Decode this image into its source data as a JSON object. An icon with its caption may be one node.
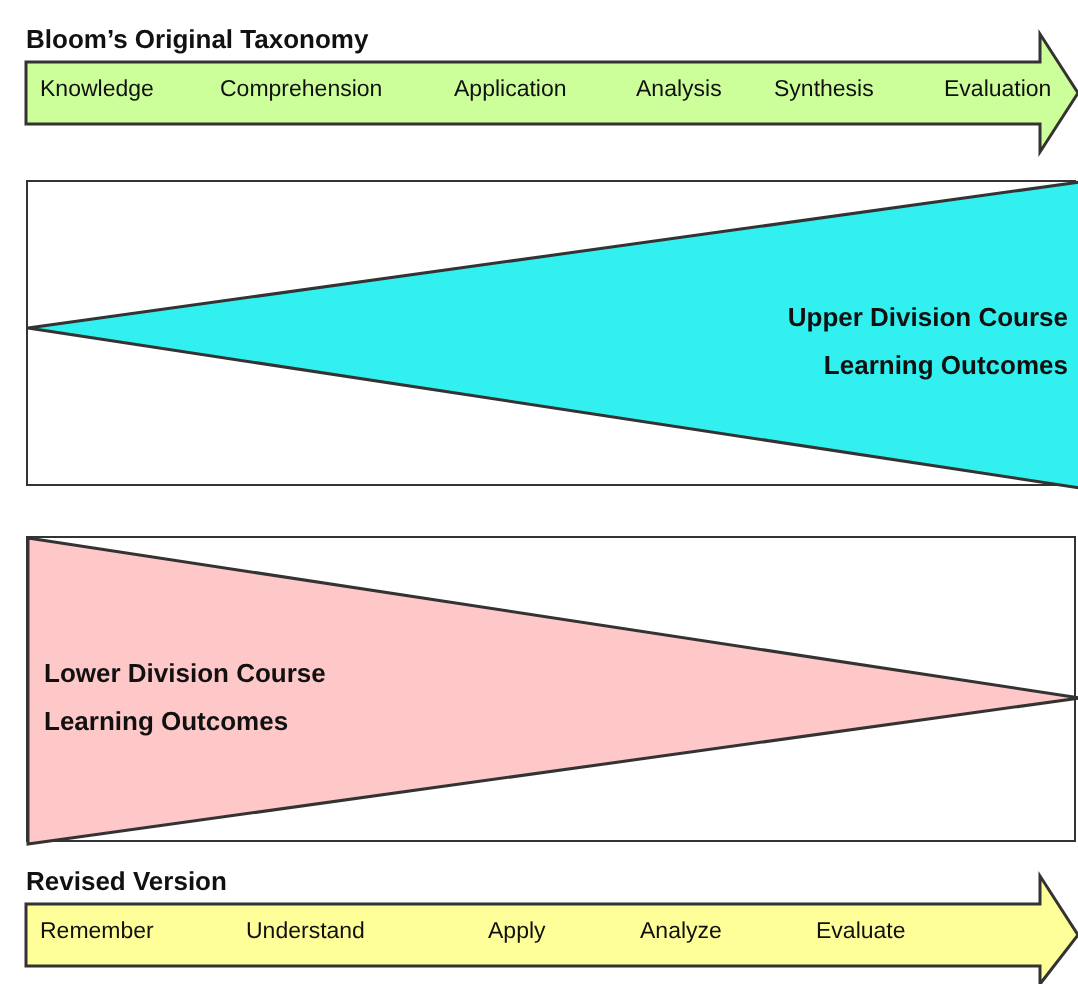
{
  "diagram": {
    "nodes": [
      {
        "text": [
          "Bloom’s Original Taxonomy",
          "Knowledge",
          "Comprehension",
          "Application",
          "Analysis",
          "Synthesis",
          "Evaluation"
        ]
      },
      {
        "text": [],
        "shape": "box"
      },
      {
        "text": [
          "Upper Division Course Learning Outcomes"
        ],
        "in": 1
      },
      {
        "text": [],
        "shape": "box"
      },
      {
        "text": [
          "Lower Division Course Learning Outcomes"
        ],
        "in": 3
      },
      {
        "text": [
          "Revised Version",
          "Remember",
          "Understand",
          "Apply",
          "Analyze",
          "Evaluate"
        ]
      }
    ]
  }
}
